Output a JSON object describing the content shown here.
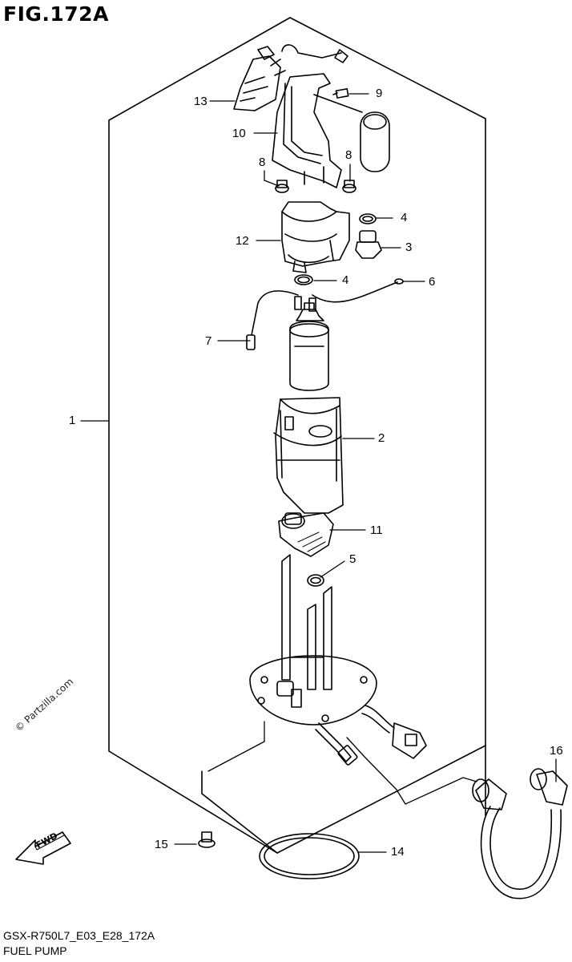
{
  "figure": {
    "title": "FIG.172A",
    "model_code": "GSX-R750L7_E03_E28_172A",
    "caption": "FUEL PUMP",
    "copyright": "© Partzilla.com"
  },
  "fwd_label": "FWD",
  "callouts": [
    {
      "number": "1"
    },
    {
      "number": "2"
    },
    {
      "number": "3"
    },
    {
      "number": "4"
    },
    {
      "number": "4"
    },
    {
      "number": "5"
    },
    {
      "number": "6"
    },
    {
      "number": "7"
    },
    {
      "number": "8"
    },
    {
      "number": "8"
    },
    {
      "number": "9"
    },
    {
      "number": "10"
    },
    {
      "number": "11"
    },
    {
      "number": "12"
    },
    {
      "number": "13"
    },
    {
      "number": "14"
    },
    {
      "number": "15"
    },
    {
      "number": "16"
    }
  ]
}
